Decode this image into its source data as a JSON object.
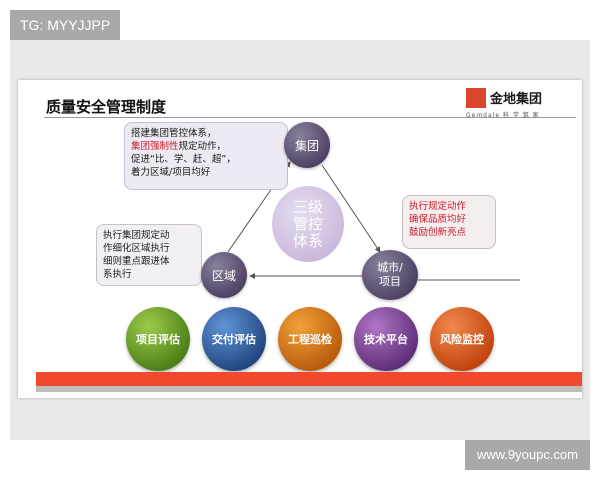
{
  "watermark_top": "TG: MYYJJPP",
  "watermark_bottom": "www.9youpc.com",
  "slide": {
    "title": "质量安全管理制度",
    "logo": {
      "name": "金地集团",
      "sub": "Gemdale 科 学 筑 家"
    }
  },
  "triangle": {
    "center": [
      "三级",
      "管控",
      "体系"
    ],
    "nodes": {
      "group": "集团",
      "region": "区域",
      "city": [
        "城市/",
        "项目"
      ]
    }
  },
  "callouts": {
    "group": {
      "line1": "搭建集团管控体系，",
      "line2_red": "集团强制性",
      "line2_rest": "规定动作，",
      "line3": "促进“比、学、赶、超”，",
      "line4": "着力区域/项目均好"
    },
    "city": [
      "执行规定动作",
      "确保品质均好",
      "鼓励创新亮点"
    ],
    "region": [
      "执行集团规定动",
      "作细化区域执行",
      "细则重点跟进体",
      "系执行"
    ]
  },
  "tools": [
    {
      "label": "项目评估",
      "color": "#6fa82a"
    },
    {
      "label": "交付评估",
      "color": "#3a6db0"
    },
    {
      "label": "工程巡检",
      "color": "#e07b1a"
    },
    {
      "label": "技术平台",
      "color": "#8a4aa3"
    },
    {
      "label": "风险监控",
      "color": "#e4622a"
    }
  ],
  "colors": {
    "accent_red": "#f0492d",
    "node_purple": "#5a4d70"
  }
}
